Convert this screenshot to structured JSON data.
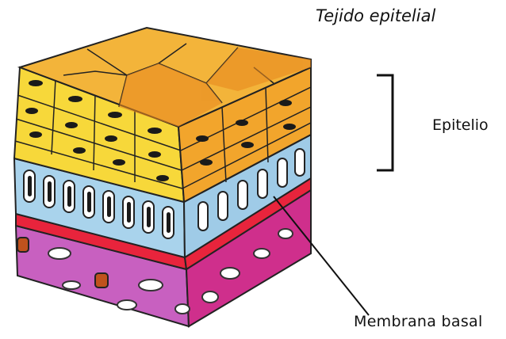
{
  "title": "Tejido epitelial",
  "labels": {
    "epithelium": "Epitelio",
    "basement_membrane": "Membrana basal"
  },
  "colors": {
    "top_surface": "#f3b43a",
    "top_cells_dark": "#e98a1f",
    "squamous_layer": "#f7d83a",
    "squamous_side": "#f2a52c",
    "basal_cells": "#a9d3ec",
    "basal_membrane": "#e8243c",
    "connective_tissue": "#cf63c4",
    "connective_side": "#d1338f",
    "cell_outline": "#222222"
  }
}
